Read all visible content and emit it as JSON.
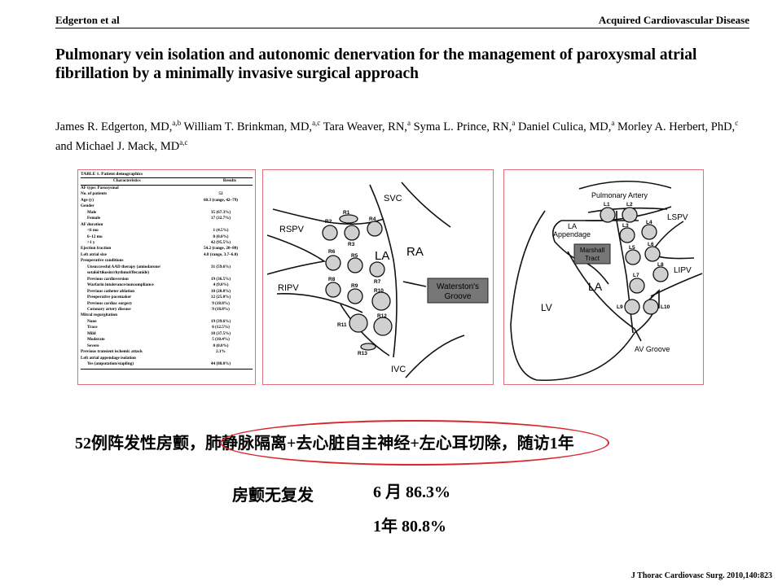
{
  "header": {
    "left": "Edgerton et al",
    "right": "Acquired Cardiovascular Disease"
  },
  "title": "Pulmonary vein isolation and autonomic denervation for the management of paroxysmal atrial fibrillation by a minimally invasive surgical approach",
  "authors": [
    {
      "name": "James R. Edgerton, MD,",
      "sup": "a,b"
    },
    {
      "name": " William T. Brinkman, MD,",
      "sup": "a,c"
    },
    {
      "name": " Tara Weaver, RN,",
      "sup": "a"
    },
    {
      "name": " Syma L. Prince, RN,",
      "sup": "a"
    },
    {
      "name": " Daniel Culica, MD,",
      "sup": "a"
    },
    {
      "name": " Morley A. Herbert, PhD,",
      "sup": "c"
    },
    {
      "name": " and Michael J. Mack, MD",
      "sup": "a,c"
    }
  ],
  "table": {
    "caption": "TABLE 1. Patient demographics",
    "headers": [
      "Characteristics",
      "Results"
    ],
    "rows": [
      {
        "label": "AF type: Paroxysmal",
        "value": "",
        "indent": false
      },
      {
        "label": "No. of patients",
        "value": "52",
        "indent": false
      },
      {
        "label": "Age (y)",
        "value": "60.3 (range, 42–79)",
        "indent": false
      },
      {
        "label": "Gender",
        "value": "",
        "indent": false
      },
      {
        "label": "Male",
        "value": "35 (67.3%)",
        "indent": true
      },
      {
        "label": "Female",
        "value": "17 (32.7%)",
        "indent": true
      },
      {
        "label": "AF duration",
        "value": "",
        "indent": false
      },
      {
        "label": "<6 mo",
        "value": "1 (4.5%)",
        "indent": true
      },
      {
        "label": "6–12 mo",
        "value": "0 (0.0%)",
        "indent": true
      },
      {
        "label": ">1 y",
        "value": "42 (95.5%)",
        "indent": true
      },
      {
        "label": "Ejection fraction",
        "value": "54.2 (range, 20–80)",
        "indent": false
      },
      {
        "label": "Left atrial size",
        "value": "4.8 (range, 3.7–6.0)",
        "indent": false
      },
      {
        "label": "Preoperative conditions",
        "value": "",
        "indent": false
      },
      {
        "label": "Unsuccessful AAD therapy (amiodarone/",
        "value": "31 (59.6%)",
        "indent": true
      },
      {
        "label": "sotalol/tikosin/rhythmol/flecanide)",
        "value": "",
        "indent": true
      },
      {
        "label": "Previous cardioversion",
        "value": "19 (36.5%)",
        "indent": true
      },
      {
        "label": "Warfarin intolerance/noncompliance",
        "value": "4 (9.8%)",
        "indent": true
      },
      {
        "label": "Previous catheter ablation",
        "value": "10 (20.8%)",
        "indent": true
      },
      {
        "label": "Preoperative pacemaker",
        "value": "12 (25.0%)",
        "indent": true
      },
      {
        "label": "Previous cardiac surgery",
        "value": "9 (18.8%)",
        "indent": true
      },
      {
        "label": "Coronary artery disease",
        "value": "9 (18.8%)",
        "indent": true
      },
      {
        "label": "Mitral regurgitation",
        "value": "",
        "indent": false
      },
      {
        "label": "None",
        "value": "19 (39.6%)",
        "indent": true
      },
      {
        "label": "Trace",
        "value": "6 (12.5%)",
        "indent": true
      },
      {
        "label": "Mild",
        "value": "18 (37.5%)",
        "indent": true
      },
      {
        "label": "Moderate",
        "value": "5 (10.4%)",
        "indent": true
      },
      {
        "label": "Severe",
        "value": "0 (0.0%)",
        "indent": true
      },
      {
        "label": "Previous transient ischemic attack",
        "value": "2.1%",
        "indent": false
      },
      {
        "label": "Left atrial appendage isolation",
        "value": "",
        "indent": false
      },
      {
        "label": "Yes (amputation/stapling)",
        "value": "44 (88.0%)",
        "indent": true
      }
    ]
  },
  "right_atrium_diagram": {
    "labels": {
      "svc": "SVC",
      "rspv": "RSPV",
      "ripv": "RIPV",
      "la": "LA",
      "ra": "RA",
      "ivc": "IVC",
      "groove": [
        "Waterston's",
        "Groove"
      ]
    },
    "ganglia": [
      "R1",
      "R2",
      "R3",
      "R4",
      "R5",
      "R6",
      "R7",
      "R8",
      "R9",
      "R10",
      "R11",
      "R12",
      "R13"
    ]
  },
  "left_atrium_diagram": {
    "labels": {
      "pa": "Pulmonary Artery",
      "lspv": "LSPV",
      "lipv": "LIPV",
      "laa": [
        "LA",
        "Appendage"
      ],
      "marshall": [
        "Marshall",
        "Tract"
      ],
      "la": "LA",
      "lv": "LV",
      "av": "AV Groove"
    },
    "ganglia": [
      "L1",
      "L2",
      "L3",
      "L4",
      "L5",
      "L6",
      "L7",
      "L8",
      "L9",
      "L10"
    ]
  },
  "summary": {
    "text_before": "52例阵发性房颤，",
    "circled": "肺静脉隔离+去心脏自主神经+左心耳切除，",
    "text_after": "随访1年",
    "highlight_color": "#d8262c"
  },
  "results": {
    "label": "房颤无复发",
    "r6m": "6 月  86.3%",
    "r1y": "1年  80.8%"
  },
  "citation": "J Thorac Cardiovasc Surg. 2010,140:823"
}
